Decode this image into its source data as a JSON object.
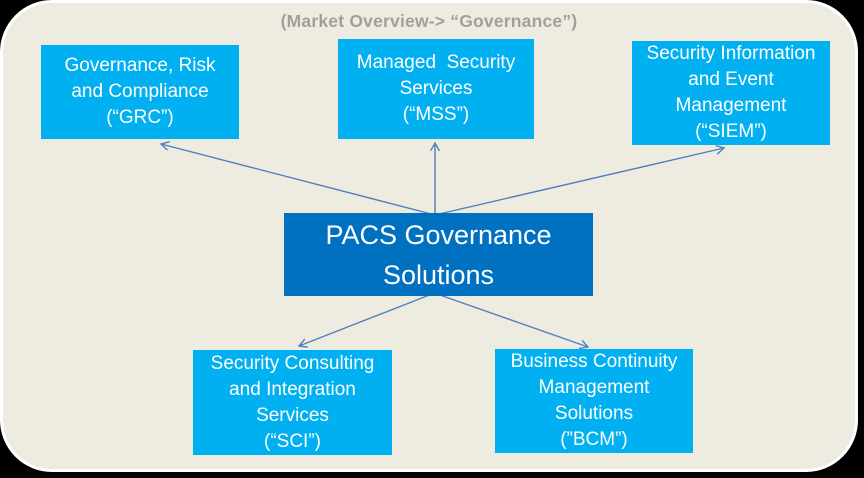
{
  "title": "(Market Overview-> “Governance”)",
  "colors": {
    "background_outside": "#000000",
    "panel_background": "#EEECE1",
    "panel_border": "#FFFFFF",
    "node_fill": "#00B0F0",
    "center_fill": "#0070C0",
    "node_text": "#FFFFFF",
    "arrow": "#4F81BD",
    "title_text": "#A1A199"
  },
  "nodes": {
    "center": {
      "lines": [
        "PACS Governance",
        "Solutions"
      ]
    },
    "grc": {
      "lines": [
        "Governance, Risk",
        "and Compliance",
        "(“GRC”)"
      ]
    },
    "mss": {
      "lines": [
        "Managed  Security",
        "Services",
        "(“MSS”)"
      ]
    },
    "siem": {
      "lines": [
        "Security Information",
        "and Event",
        "Management",
        "(“SIEM”)"
      ]
    },
    "sci": {
      "lines": [
        "Security Consulting",
        "and Integration",
        "Services",
        "(“SCI”)"
      ]
    },
    "bcm": {
      "lines": [
        "Business Continuity",
        "Management",
        "Solutions",
        "(”BCM”)"
      ]
    }
  },
  "connections": [
    {
      "from": "center",
      "to": "grc"
    },
    {
      "from": "center",
      "to": "mss"
    },
    {
      "from": "center",
      "to": "siem"
    },
    {
      "from": "center",
      "to": "sci"
    },
    {
      "from": "center",
      "to": "bcm"
    }
  ]
}
